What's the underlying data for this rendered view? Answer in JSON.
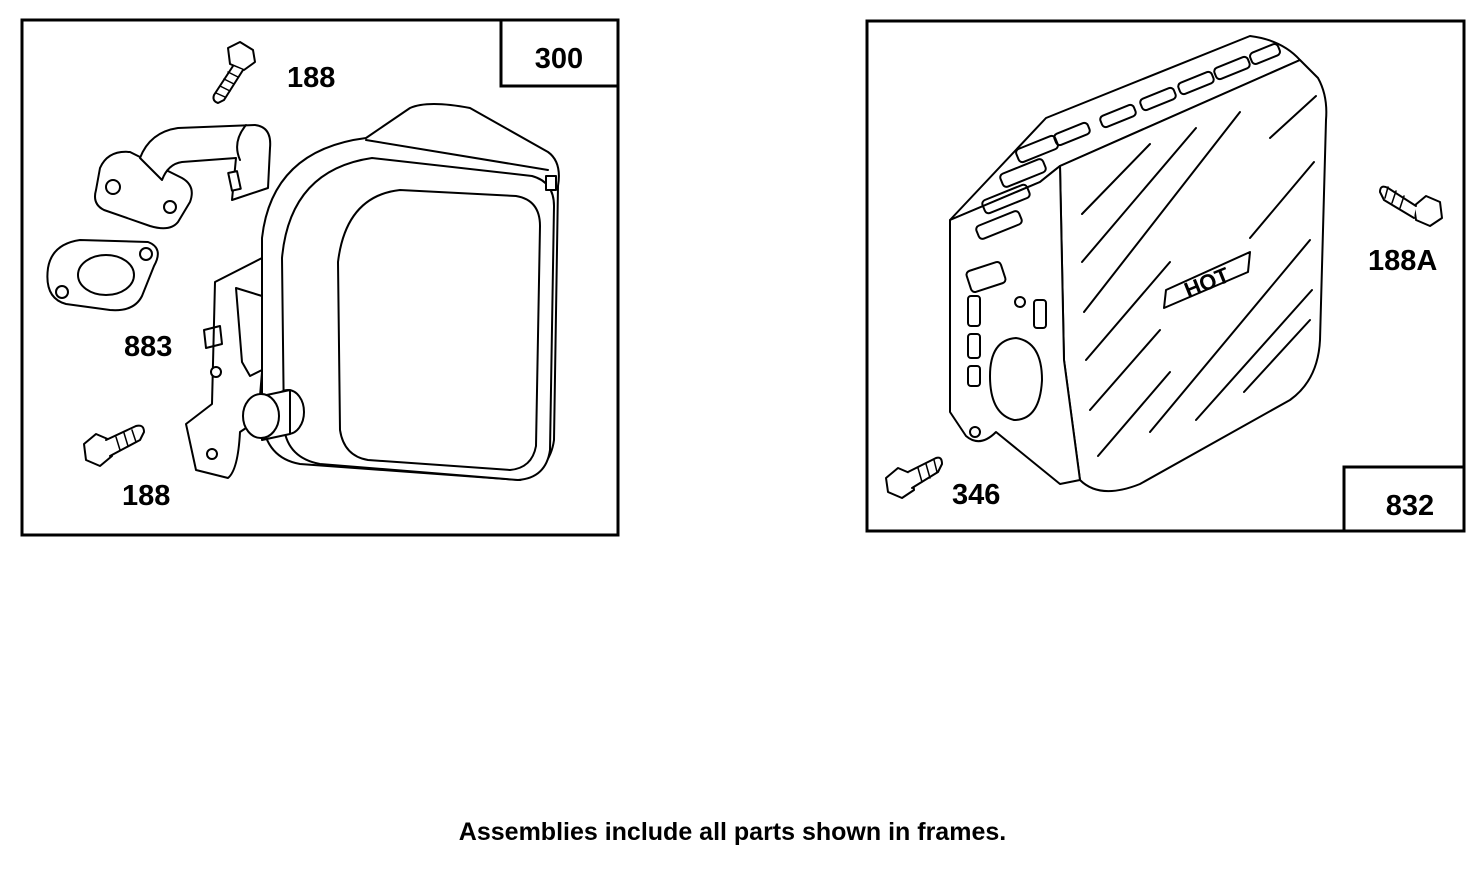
{
  "left_frame": {
    "assembly_number": "300",
    "callouts": {
      "bolt_top": "188",
      "gasket": "883",
      "bolt_bottom": "188"
    }
  },
  "right_frame": {
    "assembly_number": "832",
    "guard_text": "HOT",
    "callouts": {
      "bolt_right": "188A",
      "bolt_bottom": "346"
    }
  },
  "caption": "Assemblies include all parts shown in frames."
}
